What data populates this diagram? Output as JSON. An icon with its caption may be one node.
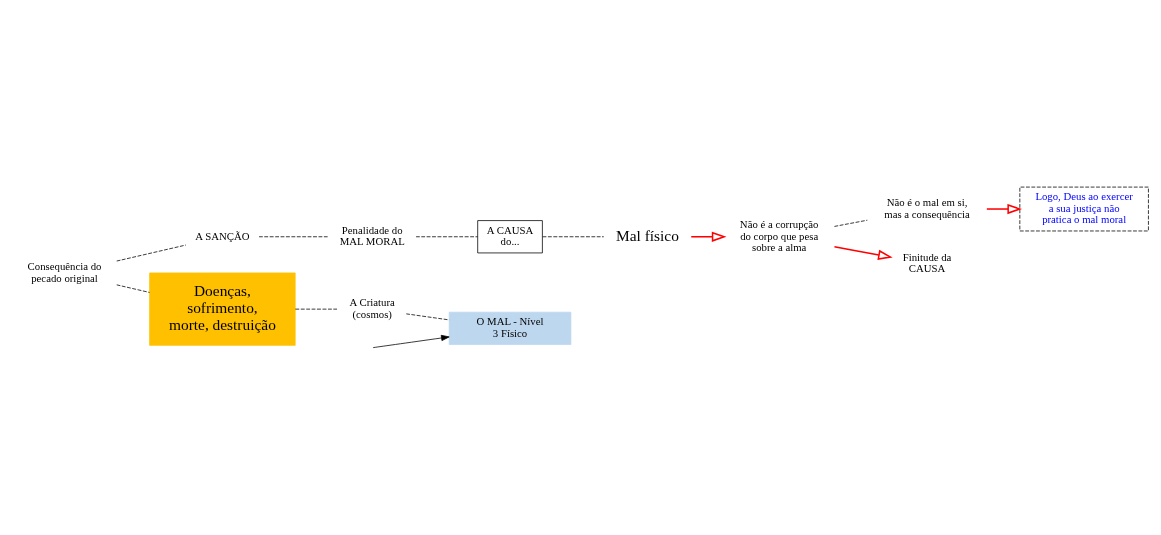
{
  "diagram": {
    "nodes": [
      {
        "text": [
          "A SANÇÃO"
        ]
      },
      {
        "text": [
          "Consequência do pecado original"
        ]
      },
      {
        "text": [
          "Penalidade do MAL MORAL"
        ]
      },
      {
        "text": [
          "Logo, Deus ao exercer a sua justiça não pratica o mal moral"
        ]
      },
      {
        "text": [
          "A CAUSA do..."
        ]
      },
      {
        "text": [
          "Não é o mal em si, mas a consequência"
        ]
      },
      {
        "text": [
          "Doenças, sofrimento, morte, destruição"
        ]
      },
      {
        "text": [
          "Mal físico"
        ]
      },
      {
        "text": [
          "Não é a corrupção do corpo que pesa sobre a alma"
        ]
      },
      {
        "text": [
          "A Criatura (cosmos)"
        ]
      },
      {
        "text": [
          "O MAL - Nível 3 Físico"
        ]
      },
      {
        "text": [
          "Finitude da CAUSA"
        ]
      }
    ],
    "edges": [
      {
        "from": 1,
        "to": 0,
        "arrow": "none",
        "style": "dashed"
      },
      {
        "from": 0,
        "to": 2,
        "arrow": "none",
        "style": "dashed"
      },
      {
        "from": 1,
        "to": 6,
        "arrow": "none",
        "style": "dashed"
      },
      {
        "from": 2,
        "to": 4,
        "arrow": "none",
        "style": "dashed"
      },
      {
        "from": 4,
        "to": 7,
        "arrow": "none",
        "style": "dashed"
      },
      {
        "from": 6,
        "to": 9,
        "arrow": "none",
        "style": "dashed"
      },
      {
        "from": 9,
        "to": 10,
        "arrow": "none",
        "style": "dashed"
      },
      {
        "from": 7,
        "to": 8,
        "arrow": "to",
        "color": "#ff0000"
      },
      {
        "from": 8,
        "to": 5,
        "arrow": "none",
        "style": "dashed"
      },
      {
        "from": 5,
        "to": 3,
        "arrow": "to",
        "color": "#ff0000"
      },
      {
        "from": 8,
        "to": 11,
        "arrow": "to",
        "color": "#ff0000"
      },
      {
        "from": null,
        "to": 10,
        "arrow": "to"
      }
    ]
  }
}
